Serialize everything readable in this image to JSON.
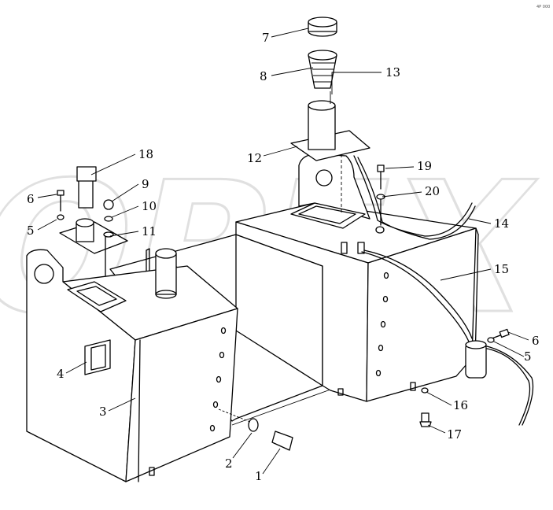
{
  "diagram": {
    "watermark": "OPEX",
    "corner_code": "4P 000",
    "callouts": [
      {
        "id": "c1",
        "label": "1"
      },
      {
        "id": "c2",
        "label": "2"
      },
      {
        "id": "c3",
        "label": "3"
      },
      {
        "id": "c4",
        "label": "4"
      },
      {
        "id": "c5a",
        "label": "5"
      },
      {
        "id": "c5b",
        "label": "5"
      },
      {
        "id": "c6a",
        "label": "6"
      },
      {
        "id": "c6b",
        "label": "6"
      },
      {
        "id": "c7",
        "label": "7"
      },
      {
        "id": "c8",
        "label": "8"
      },
      {
        "id": "c9",
        "label": "9"
      },
      {
        "id": "c10",
        "label": "10"
      },
      {
        "id": "c11",
        "label": "11"
      },
      {
        "id": "c12",
        "label": "12"
      },
      {
        "id": "c13",
        "label": "13"
      },
      {
        "id": "c14",
        "label": "14"
      },
      {
        "id": "c15",
        "label": "15"
      },
      {
        "id": "c16",
        "label": "16"
      },
      {
        "id": "c17",
        "label": "17"
      },
      {
        "id": "c18",
        "label": "18"
      },
      {
        "id": "c19",
        "label": "19"
      },
      {
        "id": "c20",
        "label": "20"
      }
    ]
  }
}
